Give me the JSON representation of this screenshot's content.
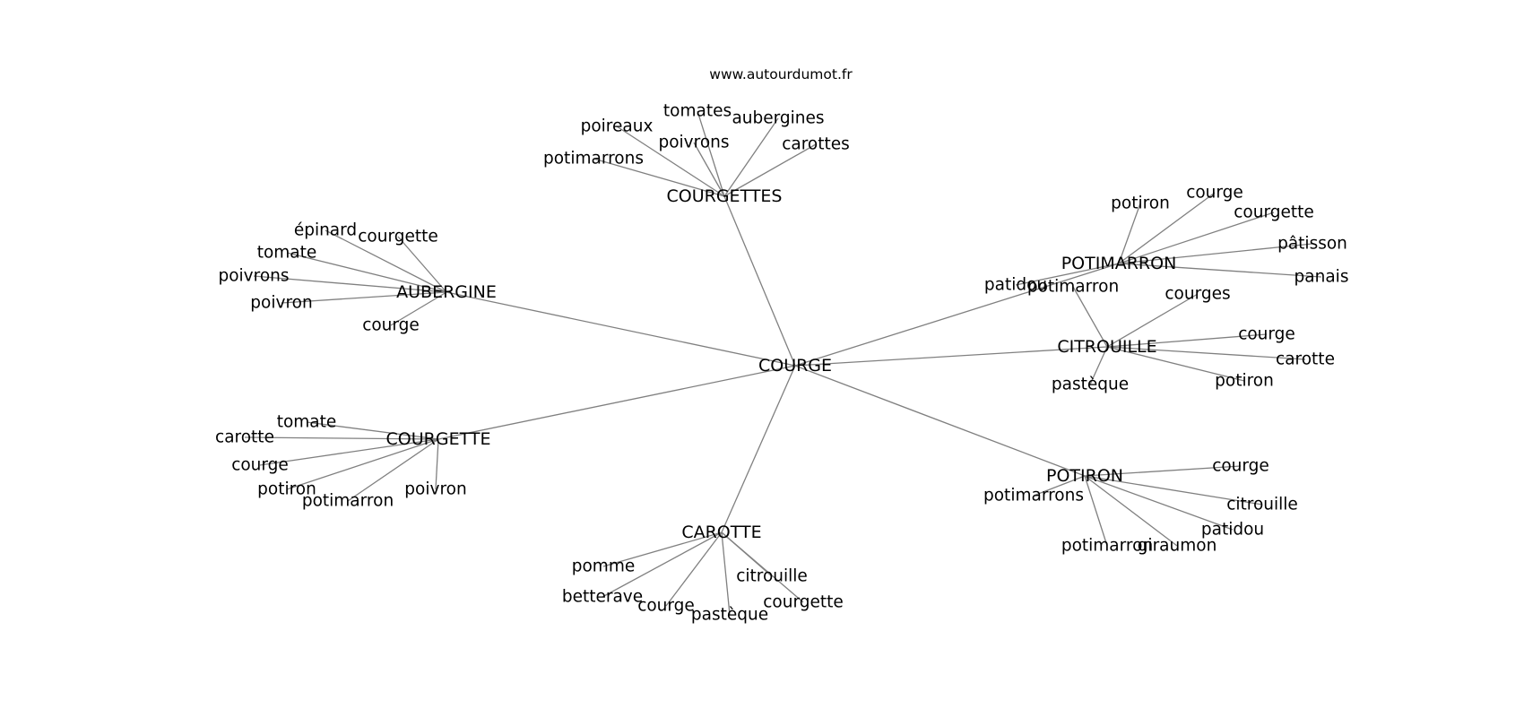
{
  "source": "www.autourdumot.fr",
  "colors": {
    "edge": "#808080",
    "text": "#000000",
    "background": "#ffffff"
  },
  "graph": {
    "root": "COURGE",
    "groups": [
      {
        "hub": "COURGETTES",
        "words": [
          "tomates",
          "aubergines",
          "poireaux",
          "poivrons",
          "carottes",
          "potimarrons"
        ]
      },
      {
        "hub": "AUBERGINE",
        "words": [
          "épinard",
          "courgette",
          "tomate",
          "poivrons",
          "poivron",
          "courge"
        ]
      },
      {
        "hub": "POTIMARRON",
        "words": [
          "potiron",
          "courge",
          "courgette",
          "pâtisson",
          "panais",
          "patidou"
        ]
      },
      {
        "hub": "CITROUILLE",
        "words": [
          "potimarron",
          "courges",
          "courge",
          "carotte",
          "potiron",
          "pastèque"
        ]
      },
      {
        "hub": "COURGETTE",
        "words": [
          "tomate",
          "carotte",
          "courge",
          "potiron",
          "potimarron",
          "poivron"
        ]
      },
      {
        "hub": "POTIRON",
        "words": [
          "courge",
          "potimarrons",
          "citrouille",
          "patidou",
          "potimarron",
          "giraumon"
        ]
      },
      {
        "hub": "CAROTTE",
        "words": [
          "pomme",
          "citrouille",
          "betterave",
          "courge",
          "pastèque",
          "courgette"
        ]
      }
    ]
  }
}
